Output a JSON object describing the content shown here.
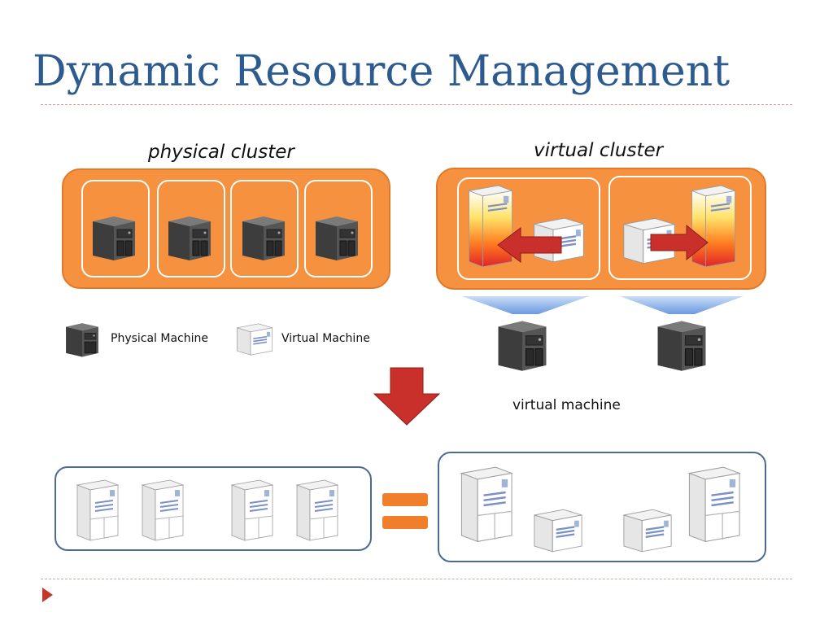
{
  "title": "Dynamic Resource Management",
  "labels": {
    "physical_cluster": "physical cluster",
    "virtual_cluster": "virtual cluster",
    "legend_physical": "Physical Machine",
    "legend_virtual": "Virtual Machine",
    "virtual_machine": "virtual machine"
  },
  "colors": {
    "title": "#2e5b8f",
    "cluster_fill": "#f5913f",
    "box_border": "#4b6b94",
    "arrow_red": "#c9302c",
    "equals": "#ef7f2b"
  },
  "icons": {
    "physical": "physical-server-icon",
    "virtual": "virtual-server-icon",
    "bullet": "triangle-bullet-icon"
  }
}
